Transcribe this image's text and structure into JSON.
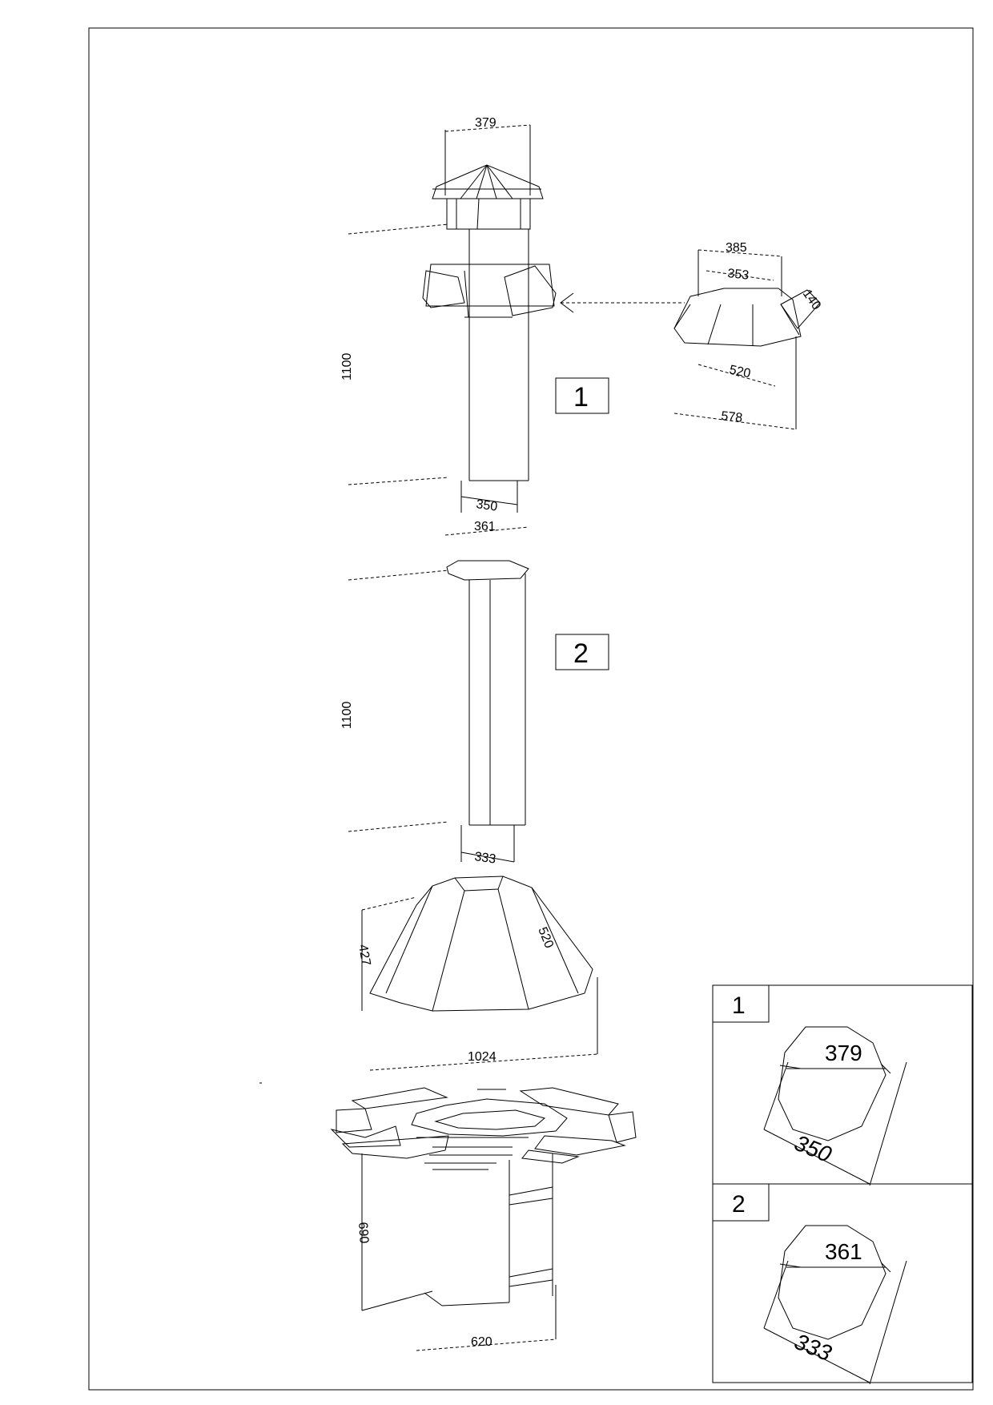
{
  "drawing": {
    "part1": {
      "tag": "1",
      "cap_width": "379",
      "height": "1100",
      "bottom_width": "350",
      "collar": {
        "outer": "385",
        "inner": "353",
        "depth": "140",
        "slant": "520",
        "base": "578"
      }
    },
    "part2": {
      "tag": "2",
      "top_width": "361",
      "height": "1100",
      "bottom_width": "333"
    },
    "hood": {
      "height": "427",
      "slant": "520",
      "base_width": "1024"
    },
    "base_unit": {
      "height": "690",
      "width": "620"
    },
    "detail_1": {
      "tag": "1",
      "across_flats_top": "379",
      "across_flats_side": "350"
    },
    "detail_2": {
      "tag": "2",
      "across_flats_top": "361",
      "across_flats_side": "333"
    }
  }
}
